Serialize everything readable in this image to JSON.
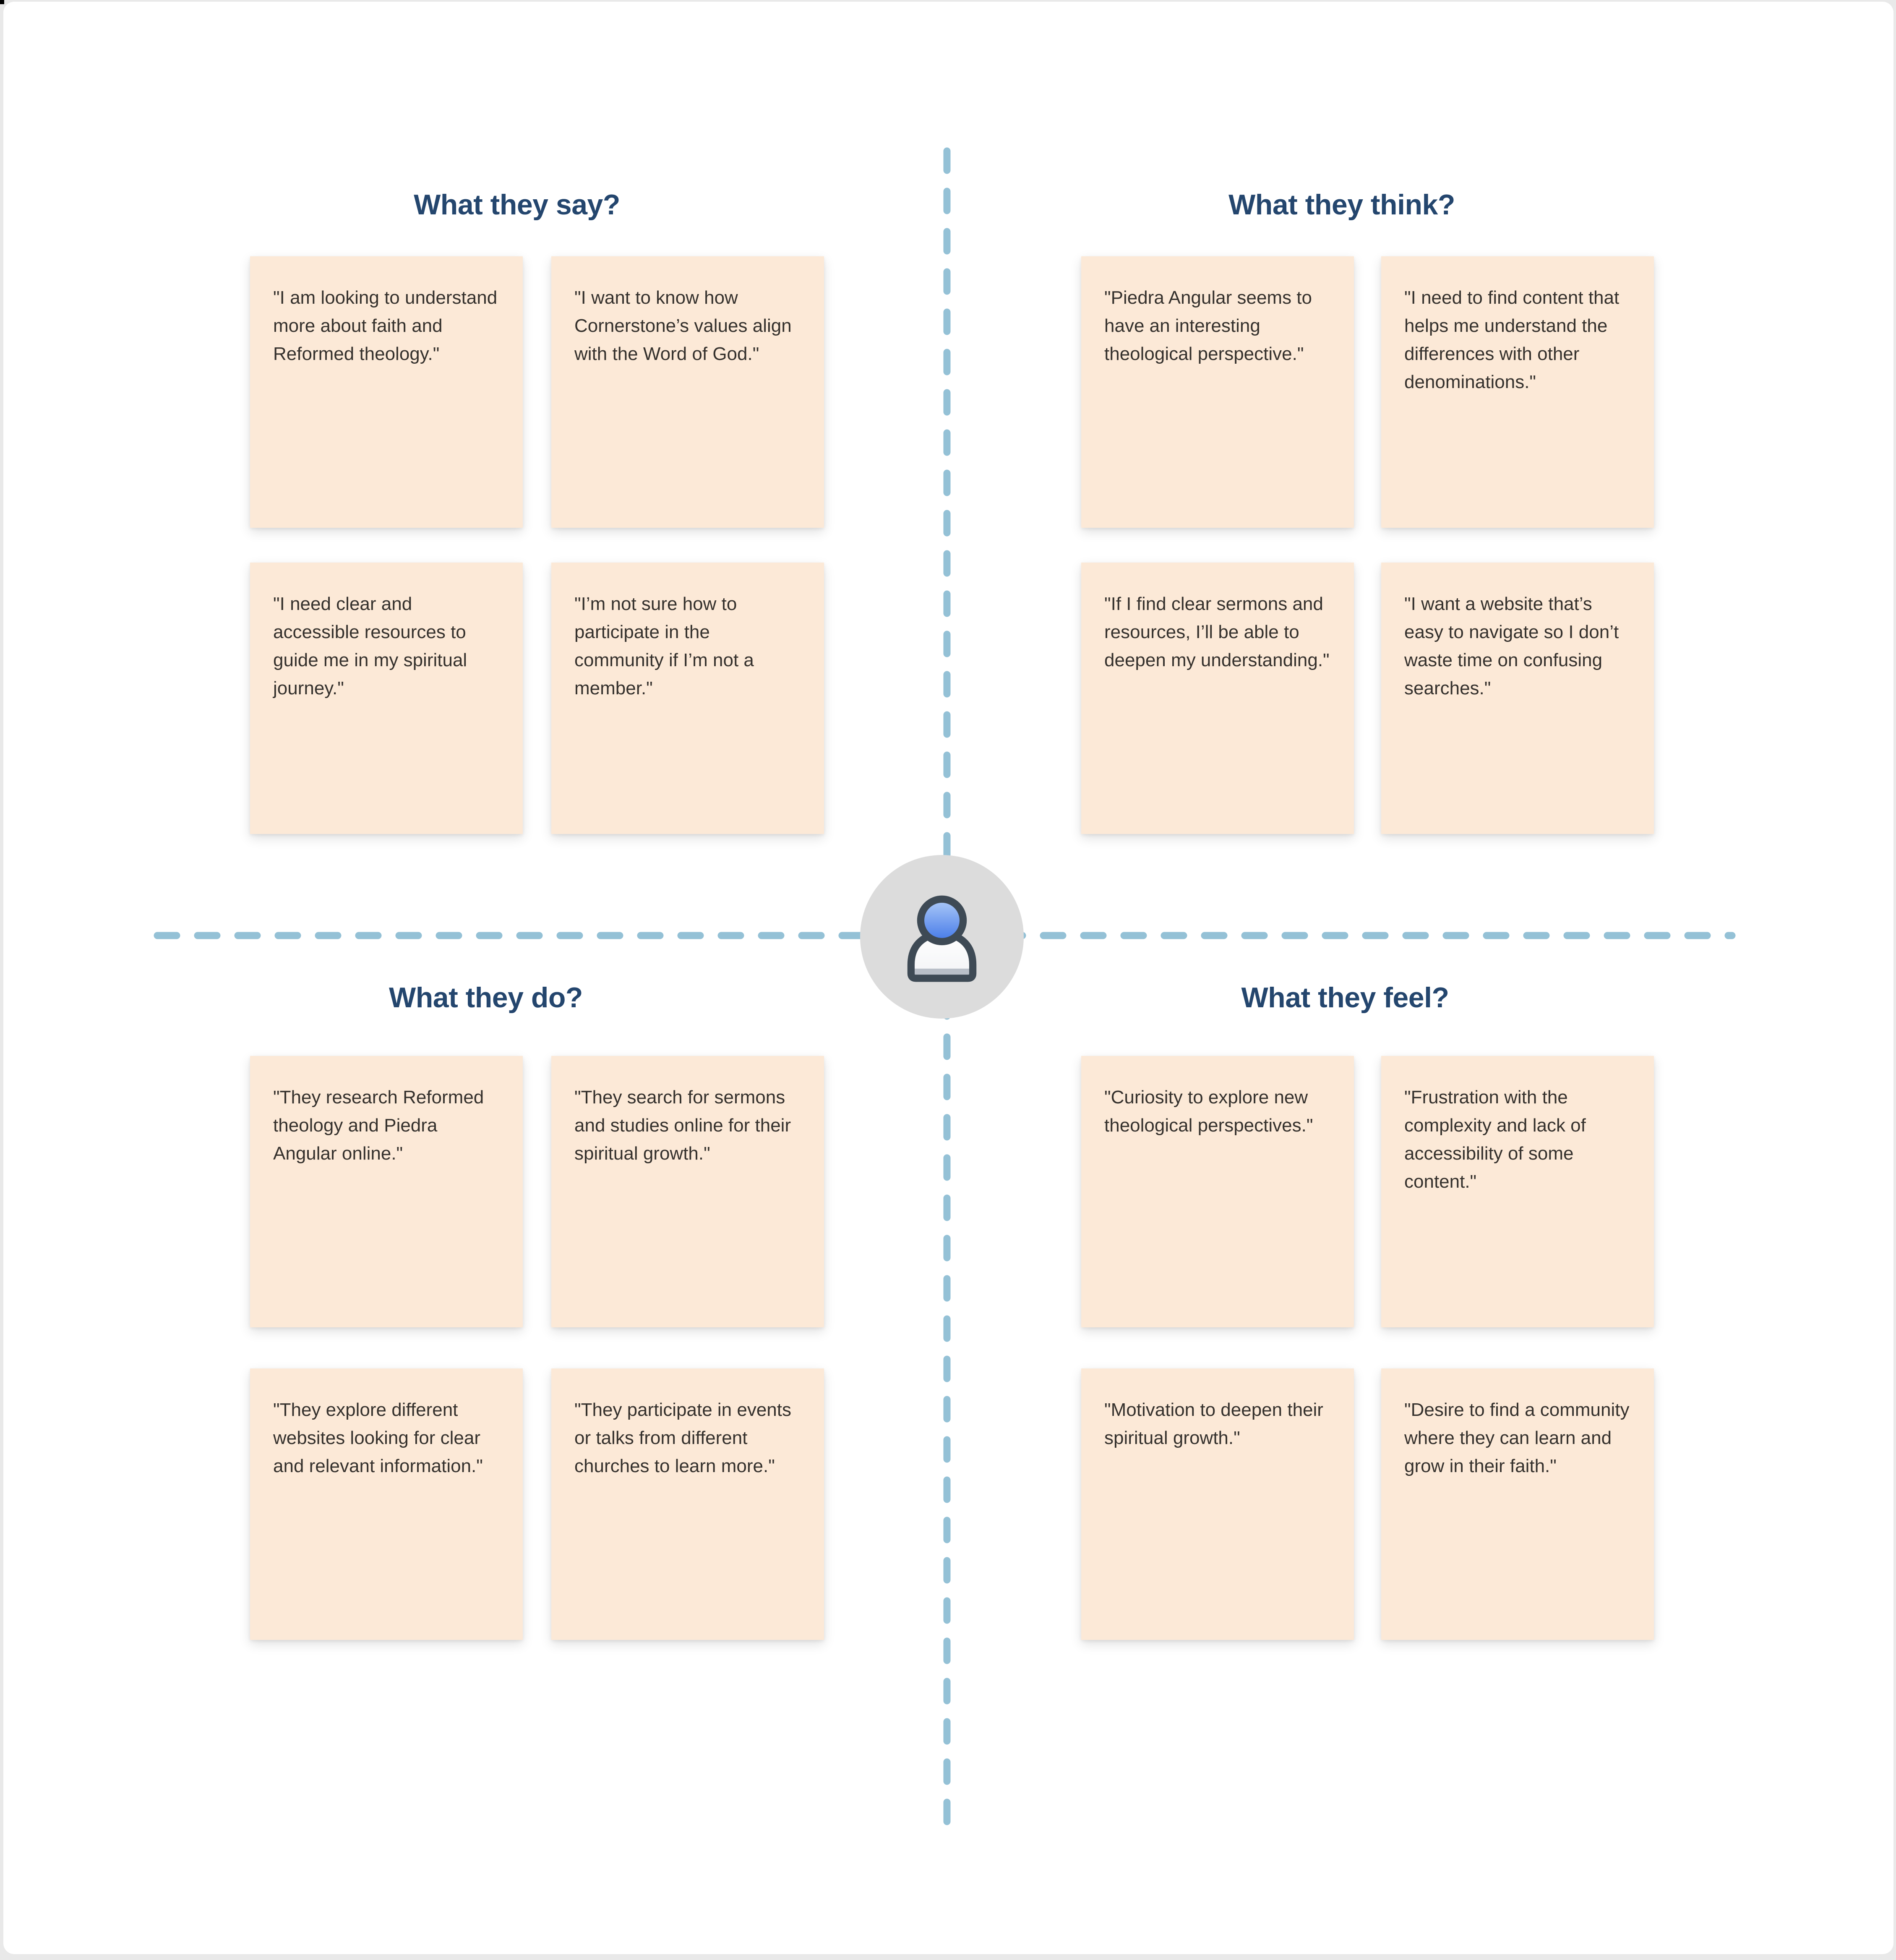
{
  "map": {
    "type": "empathy-map",
    "center_icon": "person-icon",
    "quadrants": [
      {
        "id": "say",
        "title": "What they say?",
        "notes": [
          {
            "text": "\"I am looking to understand more about faith and Reformed theology.\""
          },
          {
            "text": "\"I want to know how Cornerstone’s values align with the Word of God.\""
          },
          {
            "text": "\"I need clear and accessible resources to guide me in my spiritual journey.\""
          },
          {
            "text": "\"I’m not sure how to participate in the community if I’m not a member.\""
          }
        ]
      },
      {
        "id": "think",
        "title": "What they think?",
        "notes": [
          {
            "text": "\"Piedra Angular seems to have an interesting theological perspective.\""
          },
          {
            "text": "\"I need to find content that helps me understand the differences with other denominations.\""
          },
          {
            "text": "\"If I find clear sermons and resources, I’ll be able to deepen my understanding.\""
          },
          {
            "text": "\"I want a website that’s easy to navigate so I don’t waste time on confusing searches.\""
          }
        ]
      },
      {
        "id": "do",
        "title": "What they do?",
        "notes": [
          {
            "text": "\"They research Reformed theology and Piedra Angular online.\""
          },
          {
            "text": "\"They search for sermons and studies online for their spiritual growth.\""
          },
          {
            "text": "\"They explore different websites looking for clear and relevant information.\""
          },
          {
            "text": "\"They participate in events or talks from different churches to learn more.\""
          }
        ]
      },
      {
        "id": "feel",
        "title": "What they feel?",
        "notes": [
          {
            "text": "\"Curiosity to explore new theological perspectives.\""
          },
          {
            "text": "\"Frustration with the complexity and lack of accessibility of some content.\""
          },
          {
            "text": "\"Motivation to deepen their spiritual growth.\""
          },
          {
            "text": "\"Desire to find a community where they can learn and grow in their faith.\""
          }
        ]
      }
    ]
  },
  "colors": {
    "page_bg": "#E9E9E9",
    "canvas_bg": "#FFFFFF",
    "note_bg": "#FCE9D7",
    "note_text": "#35312D",
    "title_text": "#24466E",
    "dash": "#94C1D6",
    "center_circle_bg": "#DCDCDC",
    "icon_outline": "#3E4A55",
    "icon_head_top": "#AECBF8",
    "icon_head_bottom": "#4378E8",
    "icon_body_top": "#FFFFFF",
    "icon_body_bottom": "#B9BFC8"
  }
}
